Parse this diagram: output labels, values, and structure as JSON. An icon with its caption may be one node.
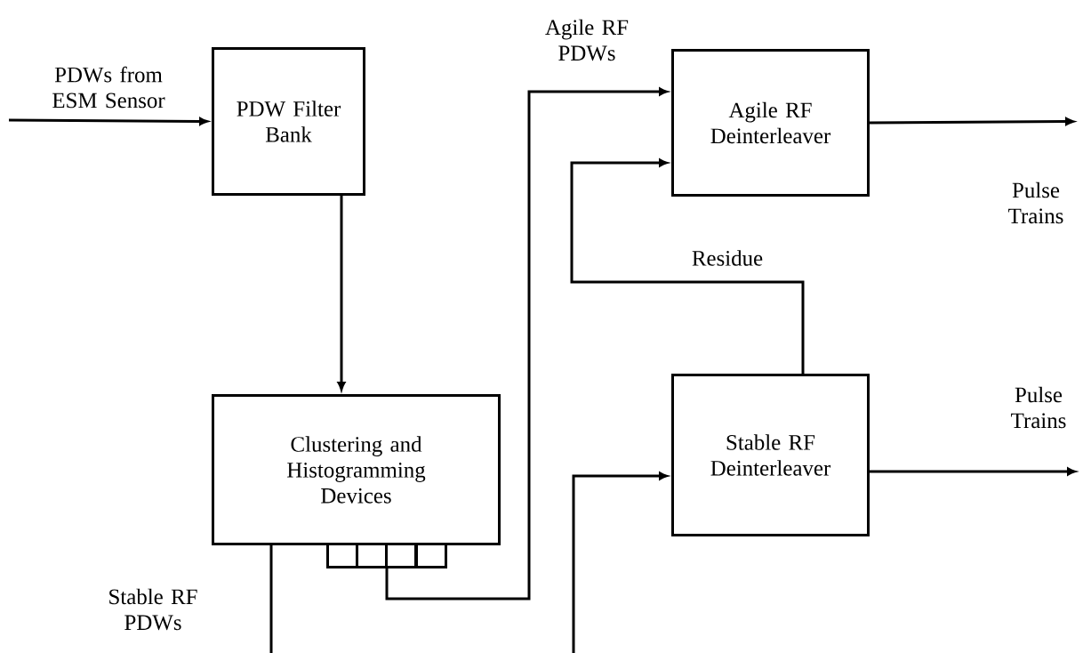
{
  "diagram": {
    "nodes": [
      {
        "text": [
          "PDW Filter Bank"
        ]
      },
      {
        "text": [
          "Clustering and Histogramming Devices"
        ]
      },
      {
        "text": [],
        "shape": "box"
      },
      {
        "text": [],
        "shape": "box"
      },
      {
        "text": [],
        "shape": "box"
      },
      {
        "text": [],
        "shape": "box"
      },
      {
        "text": [
          "Agile RF Deinterleaver"
        ]
      },
      {
        "text": [
          "Stable RF Deinterleaver"
        ]
      }
    ],
    "edges": [
      {
        "from": null,
        "to": 0,
        "arrow": "to",
        "label": "PDWs from ESM Sensor"
      },
      {
        "from": 0,
        "to": 1,
        "arrow": "to"
      },
      {
        "from": 4,
        "to": 6,
        "arrow": "to",
        "label": "Agile RF PDWs"
      },
      {
        "from": 7,
        "to": 6,
        "arrow": "to",
        "label": "Residue"
      },
      {
        "from": 6,
        "to": null,
        "arrow": "to",
        "label": "Pulse Trains"
      },
      {
        "from": 7,
        "to": null,
        "arrow": "to",
        "label": "Pulse Trains"
      },
      {
        "from": 1,
        "to": null,
        "arrow": "none",
        "label": "Stable RF PDWs"
      },
      {
        "from": null,
        "to": 7,
        "arrow": "to"
      }
    ]
  }
}
